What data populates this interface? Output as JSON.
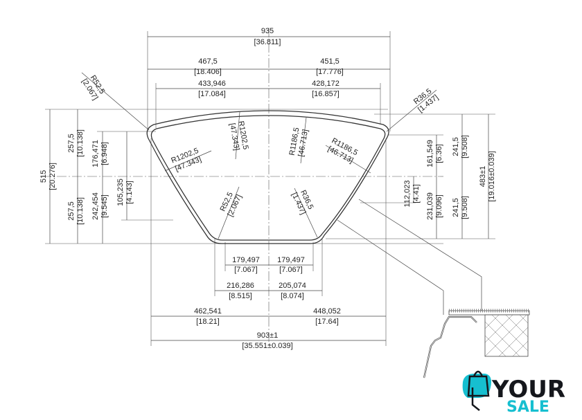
{
  "drawing": {
    "overall_width": {
      "value": "935",
      "inch": "[36.811]"
    },
    "left_half_width": {
      "value": "467,5",
      "inch": "[18.406]"
    },
    "right_half_width": {
      "value": "451,5",
      "inch": "[17.776]"
    },
    "left_inner_width": {
      "value": "433,946",
      "inch": "[17.084]"
    },
    "right_inner_width": {
      "value": "428,172",
      "inch": "[16.857]"
    },
    "overall_height": {
      "value": "515",
      "inch": "[20.276]"
    },
    "upper_half_height": {
      "value": "257,5",
      "inch": "[10.138]"
    },
    "lower_half_height": {
      "value": "257,5",
      "inch": "[10.138]"
    },
    "left_upper_inner": {
      "value": "176,471",
      "inch": "[6.948]"
    },
    "left_lower_inner": {
      "value": "242,454",
      "inch": "[9.545]"
    },
    "left_offset": {
      "value": "105,235",
      "inch": "[4.143]"
    },
    "right_upper_inner": {
      "value": "161,549",
      "inch": "[6.36]"
    },
    "right_upper_half": {
      "value": "241,5",
      "inch": "[9.508]"
    },
    "cutout_height": {
      "value": "483±1",
      "inch": "[19.016±0.039]"
    },
    "right_offset": {
      "value": "112,023",
      "inch": "[4.41]"
    },
    "right_lower_inner": {
      "value": "231,039",
      "inch": "[9.096]"
    },
    "right_lower_half": {
      "value": "241,5",
      "inch": "[9.508]"
    },
    "bottom_left_flat": {
      "value": "179,497",
      "inch": "[7.067]"
    },
    "bottom_right_flat": {
      "value": "179,497",
      "inch": "[7.067]"
    },
    "bottom_left_outer": {
      "value": "216,286",
      "inch": "[8.515]"
    },
    "bottom_right_outer": {
      "value": "205,074",
      "inch": "[8.074]"
    },
    "cutout_left": {
      "value": "462,541",
      "inch": "[18.21]"
    },
    "cutout_right": {
      "value": "448,052",
      "inch": "[17.64]"
    },
    "cutout_width": {
      "value": "903±1",
      "inch": "[35.551±0.039]"
    },
    "radius_top_left_corner": {
      "value": "R52,5",
      "inch": "[2.067]"
    },
    "radius_top_right_corner": {
      "value": "R36,5",
      "inch": "[1.437]"
    },
    "radius_left_side": {
      "value": "R1202,5",
      "inch": "[47.343]"
    },
    "radius_top_left_arc": {
      "value": "R1202,5",
      "inch": "[47.343]"
    },
    "radius_top_right_arc": {
      "value": "R1186,5",
      "inch": "[46.713]"
    },
    "radius_right_side": {
      "value": "R1186,5",
      "inch": "[46.713]"
    },
    "radius_bottom_left": {
      "value": "R52,5",
      "inch": "[2.067]"
    },
    "radius_bottom_right": {
      "value": "R36,5",
      "inch": "[1.437]"
    }
  },
  "logo": {
    "line1": "YOUR",
    "line2": "SALE",
    "accent": "#16bfd0",
    "dark": "#15171c"
  }
}
